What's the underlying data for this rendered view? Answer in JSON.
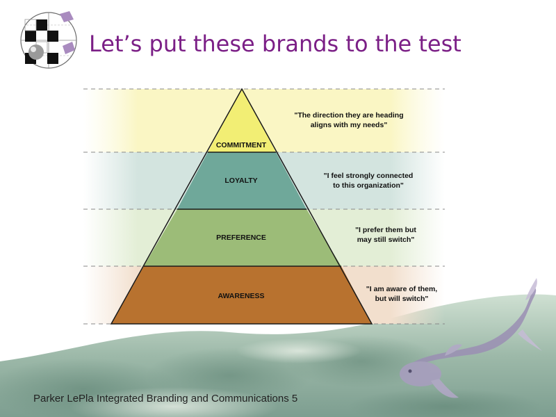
{
  "slide": {
    "title": "Let’s put these brands to the test",
    "footer": "Parker LePla Integrated Branding and Communications 5"
  },
  "pyramid": {
    "levels": [
      {
        "label": "COMMITMENT",
        "quote_line1": "\"The direction they are heading",
        "quote_line2": "aligns with my needs\""
      },
      {
        "label": "LOYALTY",
        "quote_line1": "\"I feel strongly connected",
        "quote_line2": "to this organization\""
      },
      {
        "label": "PREFERENCE",
        "quote_line1": "\"I prefer them but",
        "quote_line2": "may still switch\""
      },
      {
        "label": "AWARENESS",
        "quote_line1": "\"I am aware of them,",
        "quote_line2": "but will switch\""
      }
    ]
  },
  "colors": {
    "title": "#7b1f86",
    "commitment": "#f2ee74",
    "loyalty": "#6fa89a",
    "preference": "#9cbc78",
    "awareness": "#b8722f"
  },
  "icons": [
    "checkerboard-globe-logo-icon",
    "koi-fish-decoration-icon"
  ]
}
